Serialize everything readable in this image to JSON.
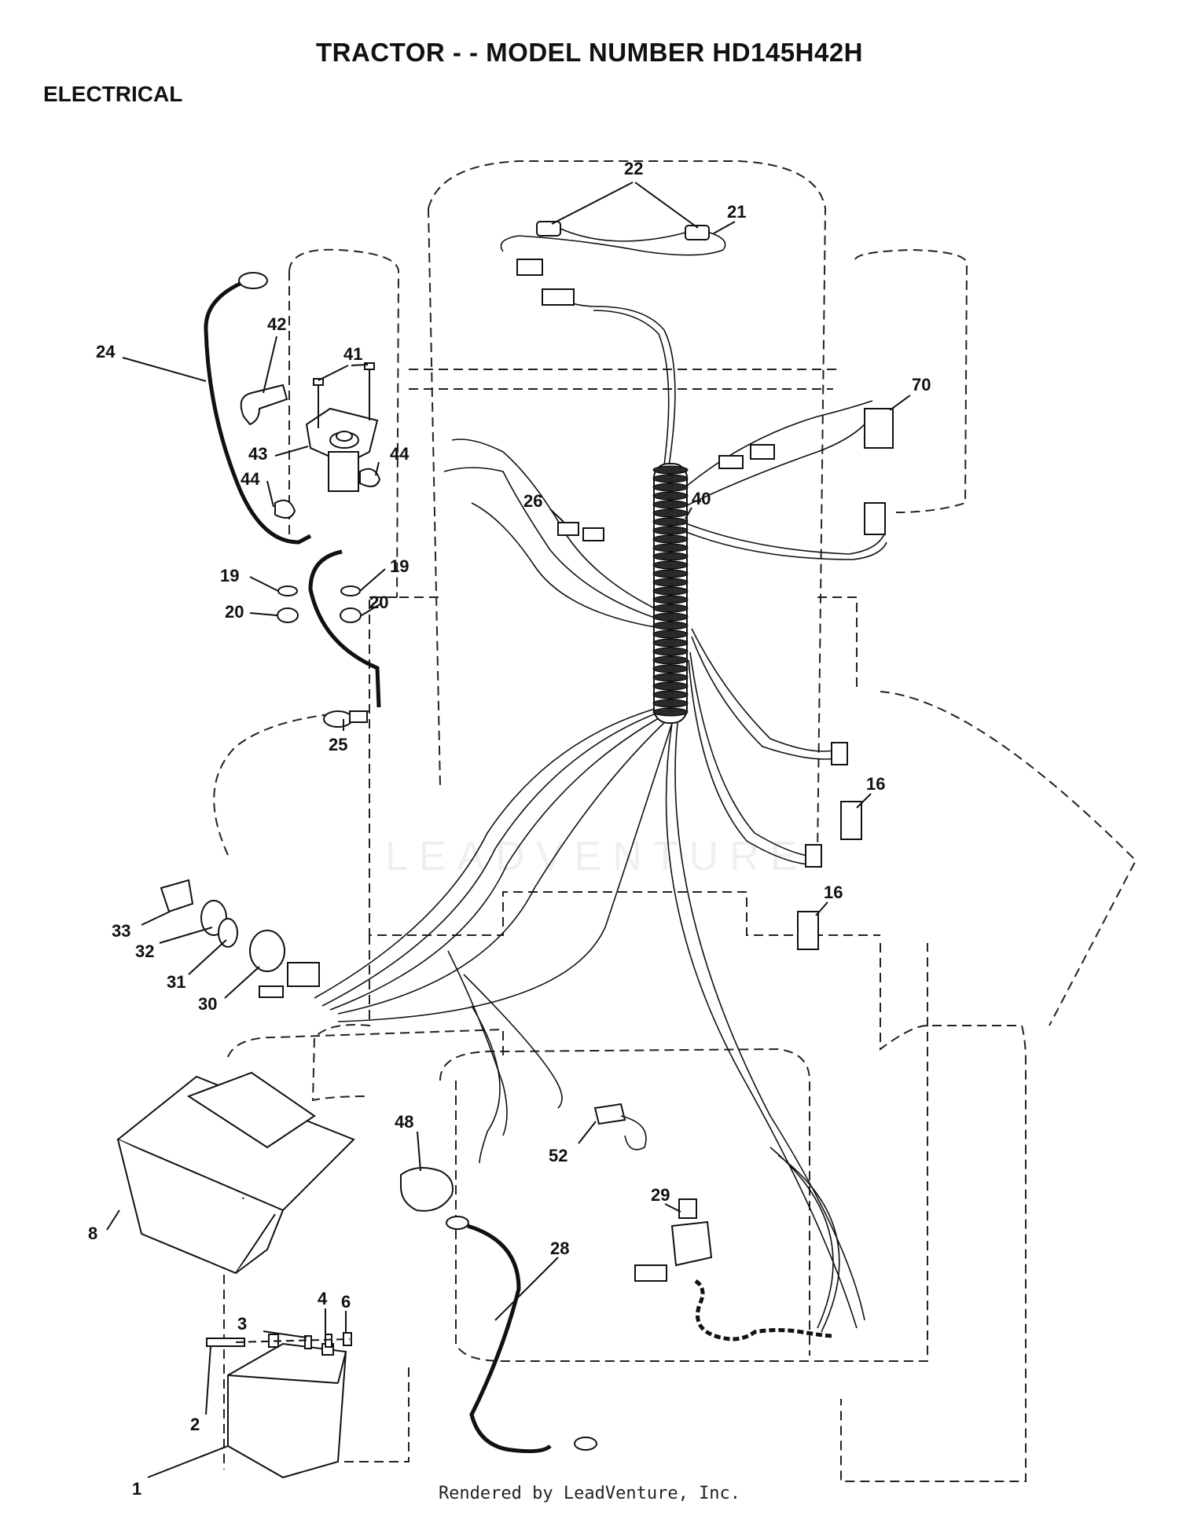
{
  "header": {
    "title": "TRACTOR - - MODEL NUMBER HD145H42H",
    "section": "ELECTRICAL"
  },
  "watermark": "LEADVENTURE",
  "footer": "Rendered by LeadVenture, Inc.",
  "callouts": [
    "22",
    "21",
    "24",
    "42",
    "41",
    "70",
    "43",
    "44",
    "44",
    "26",
    "40",
    "19",
    "19",
    "20",
    "20",
    "25",
    "16",
    "16",
    "33",
    "32",
    "31",
    "30",
    "48",
    "52",
    "29",
    "8",
    "28",
    "4",
    "6",
    "3",
    "2",
    "1"
  ]
}
